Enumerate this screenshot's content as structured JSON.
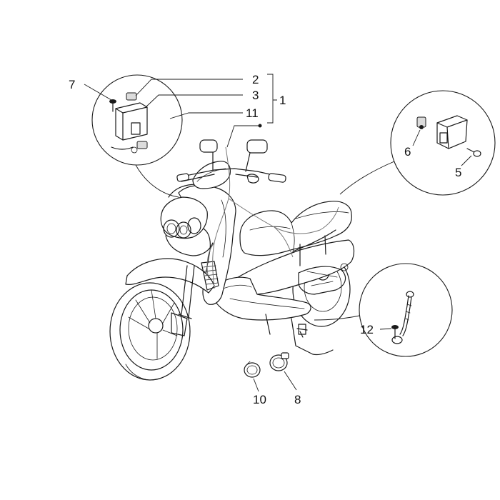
{
  "diagram": {
    "part_labels": {
      "p1": "1",
      "p2": "2",
      "p3": "3",
      "p5": "5",
      "p6": "6",
      "p7": "7",
      "p8": "8",
      "p10": "10",
      "p11": "11",
      "p12": "12"
    },
    "colors": {
      "line": "#1a1a1a",
      "background": "#ffffff",
      "shade": "#dcdcdc"
    }
  }
}
